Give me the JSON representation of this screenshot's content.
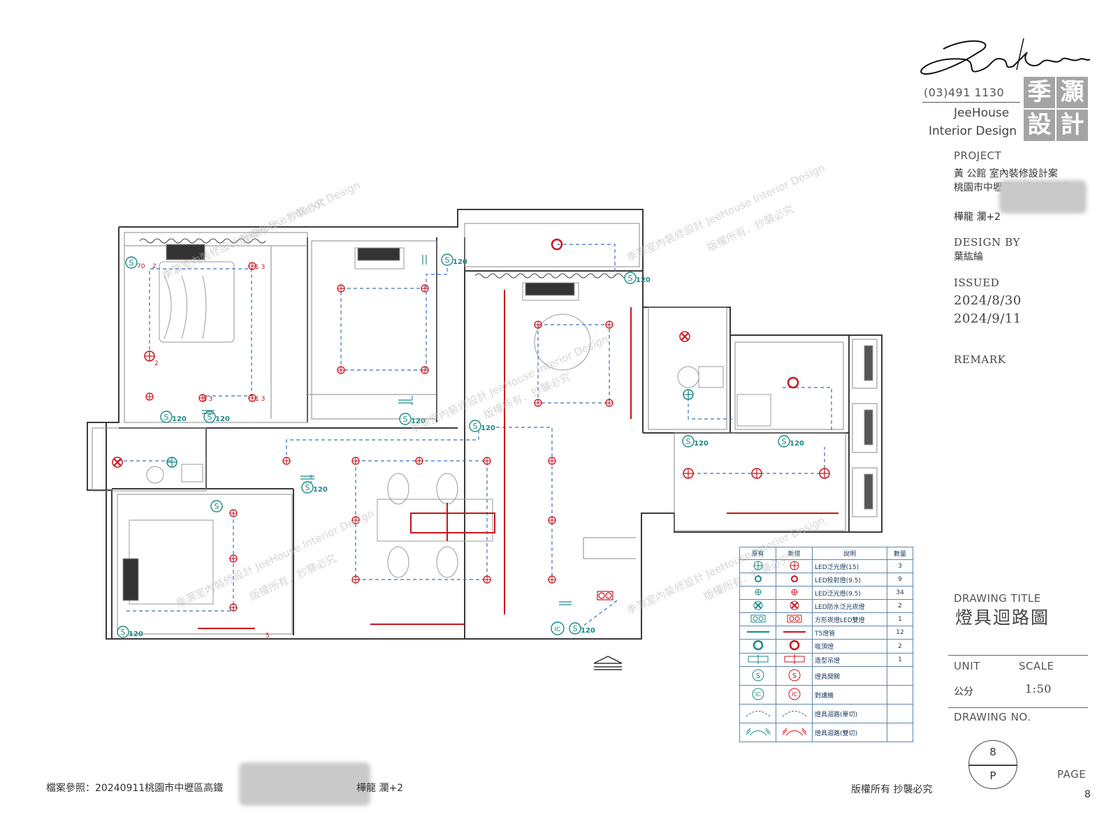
{
  "title_block": {
    "phone": "(03)491 1130",
    "brand_en_1": "JeeHouse",
    "brand_en_2": "Interior Design",
    "brand_cn": [
      "季",
      "灝",
      "設",
      "計"
    ],
    "project_label": "PROJECT",
    "project_name": "黃 公館 室內裝修設計案",
    "project_address": "桃園市中壢區高鐵南路五段",
    "project_unit": "樺龍 瀾+2",
    "design_by_label": "DESIGN BY",
    "designer": "葉紘綸",
    "issued_label": "ISSUED",
    "issued_dates": [
      "2024/8/30",
      "2024/9/11"
    ],
    "remark_label": "REMARK",
    "drawing_title_label": "DRAWING TITLE",
    "drawing_title": "燈具迴路圖",
    "unit_label": "UNIT",
    "unit_value": "公分",
    "scale_label": "SCALE",
    "scale_value": "1:50",
    "drawing_no_label": "DRAWING NO.",
    "drawing_no_top": "8",
    "drawing_no_bottom": "P",
    "page_label": "PAGE",
    "page_number": "8"
  },
  "footer": {
    "file_ref": "檔案參照：20240911桃園市中壢區高鐵",
    "file_ref_tail": "樺龍 瀾+2",
    "copyright": "版權所有 抄襲必究"
  },
  "watermarks": [
    "季灝室內裝修設計 JeeHouse Interior Design",
    "版權所有．抄襲必究"
  ],
  "legend": {
    "headers": [
      "原有",
      "新增",
      "說明",
      "數量"
    ],
    "rows": [
      {
        "desc": "LED泛光燈(15)",
        "qty": "3",
        "icon": "crosshair-circle"
      },
      {
        "desc": "LED投射燈(9.5)",
        "qty": "9",
        "icon": "spot-dot"
      },
      {
        "desc": "LED泛光燈(9.5)",
        "qty": "34",
        "icon": "crosshair-small"
      },
      {
        "desc": "LED防水泛光崁燈",
        "qty": "2",
        "icon": "waterproof-circle"
      },
      {
        "desc": "方形崁燈LED雙燈",
        "qty": "1",
        "icon": "double-square"
      },
      {
        "desc": "T5燈管",
        "qty": "12",
        "icon": "tube-line"
      },
      {
        "desc": "吸頂燈",
        "qty": "2",
        "icon": "ring"
      },
      {
        "desc": "造型吊燈",
        "qty": "1",
        "icon": "pendant"
      },
      {
        "desc": "燈具開關",
        "qty": "",
        "icon": "switch-s"
      },
      {
        "desc": "對講機",
        "qty": "",
        "icon": "intercom-ic"
      },
      {
        "desc": "燈具迴路(單切)",
        "qty": "",
        "icon": "circuit-single"
      },
      {
        "desc": "燈具迴路(雙切)",
        "qty": "",
        "icon": "circuit-double"
      }
    ]
  },
  "plan": {
    "switch_label": "S",
    "switch_height": "120",
    "intercom_label": "IC",
    "tag_13": "1 3",
    "tag_2": "2",
    "tag_70": "70",
    "tag_5": "5"
  },
  "colors": {
    "wall": "#3a3a3a",
    "existing": "#1a8a86",
    "new": "#c8141c",
    "circuit": "#3a6fc2",
    "furniture": "#9a9a9a",
    "brand_box": "#a4a4a4"
  }
}
